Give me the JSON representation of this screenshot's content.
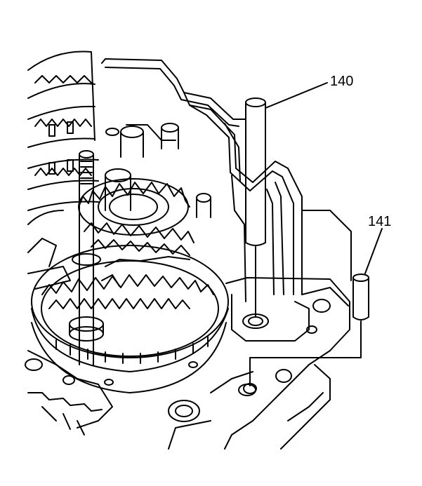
{
  "diagram": {
    "callouts": [
      {
        "id": "140",
        "label": "140"
      },
      {
        "id": "141",
        "label": "141"
      }
    ],
    "colors": {
      "ink": "#000000",
      "paper": "#ffffff"
    }
  }
}
